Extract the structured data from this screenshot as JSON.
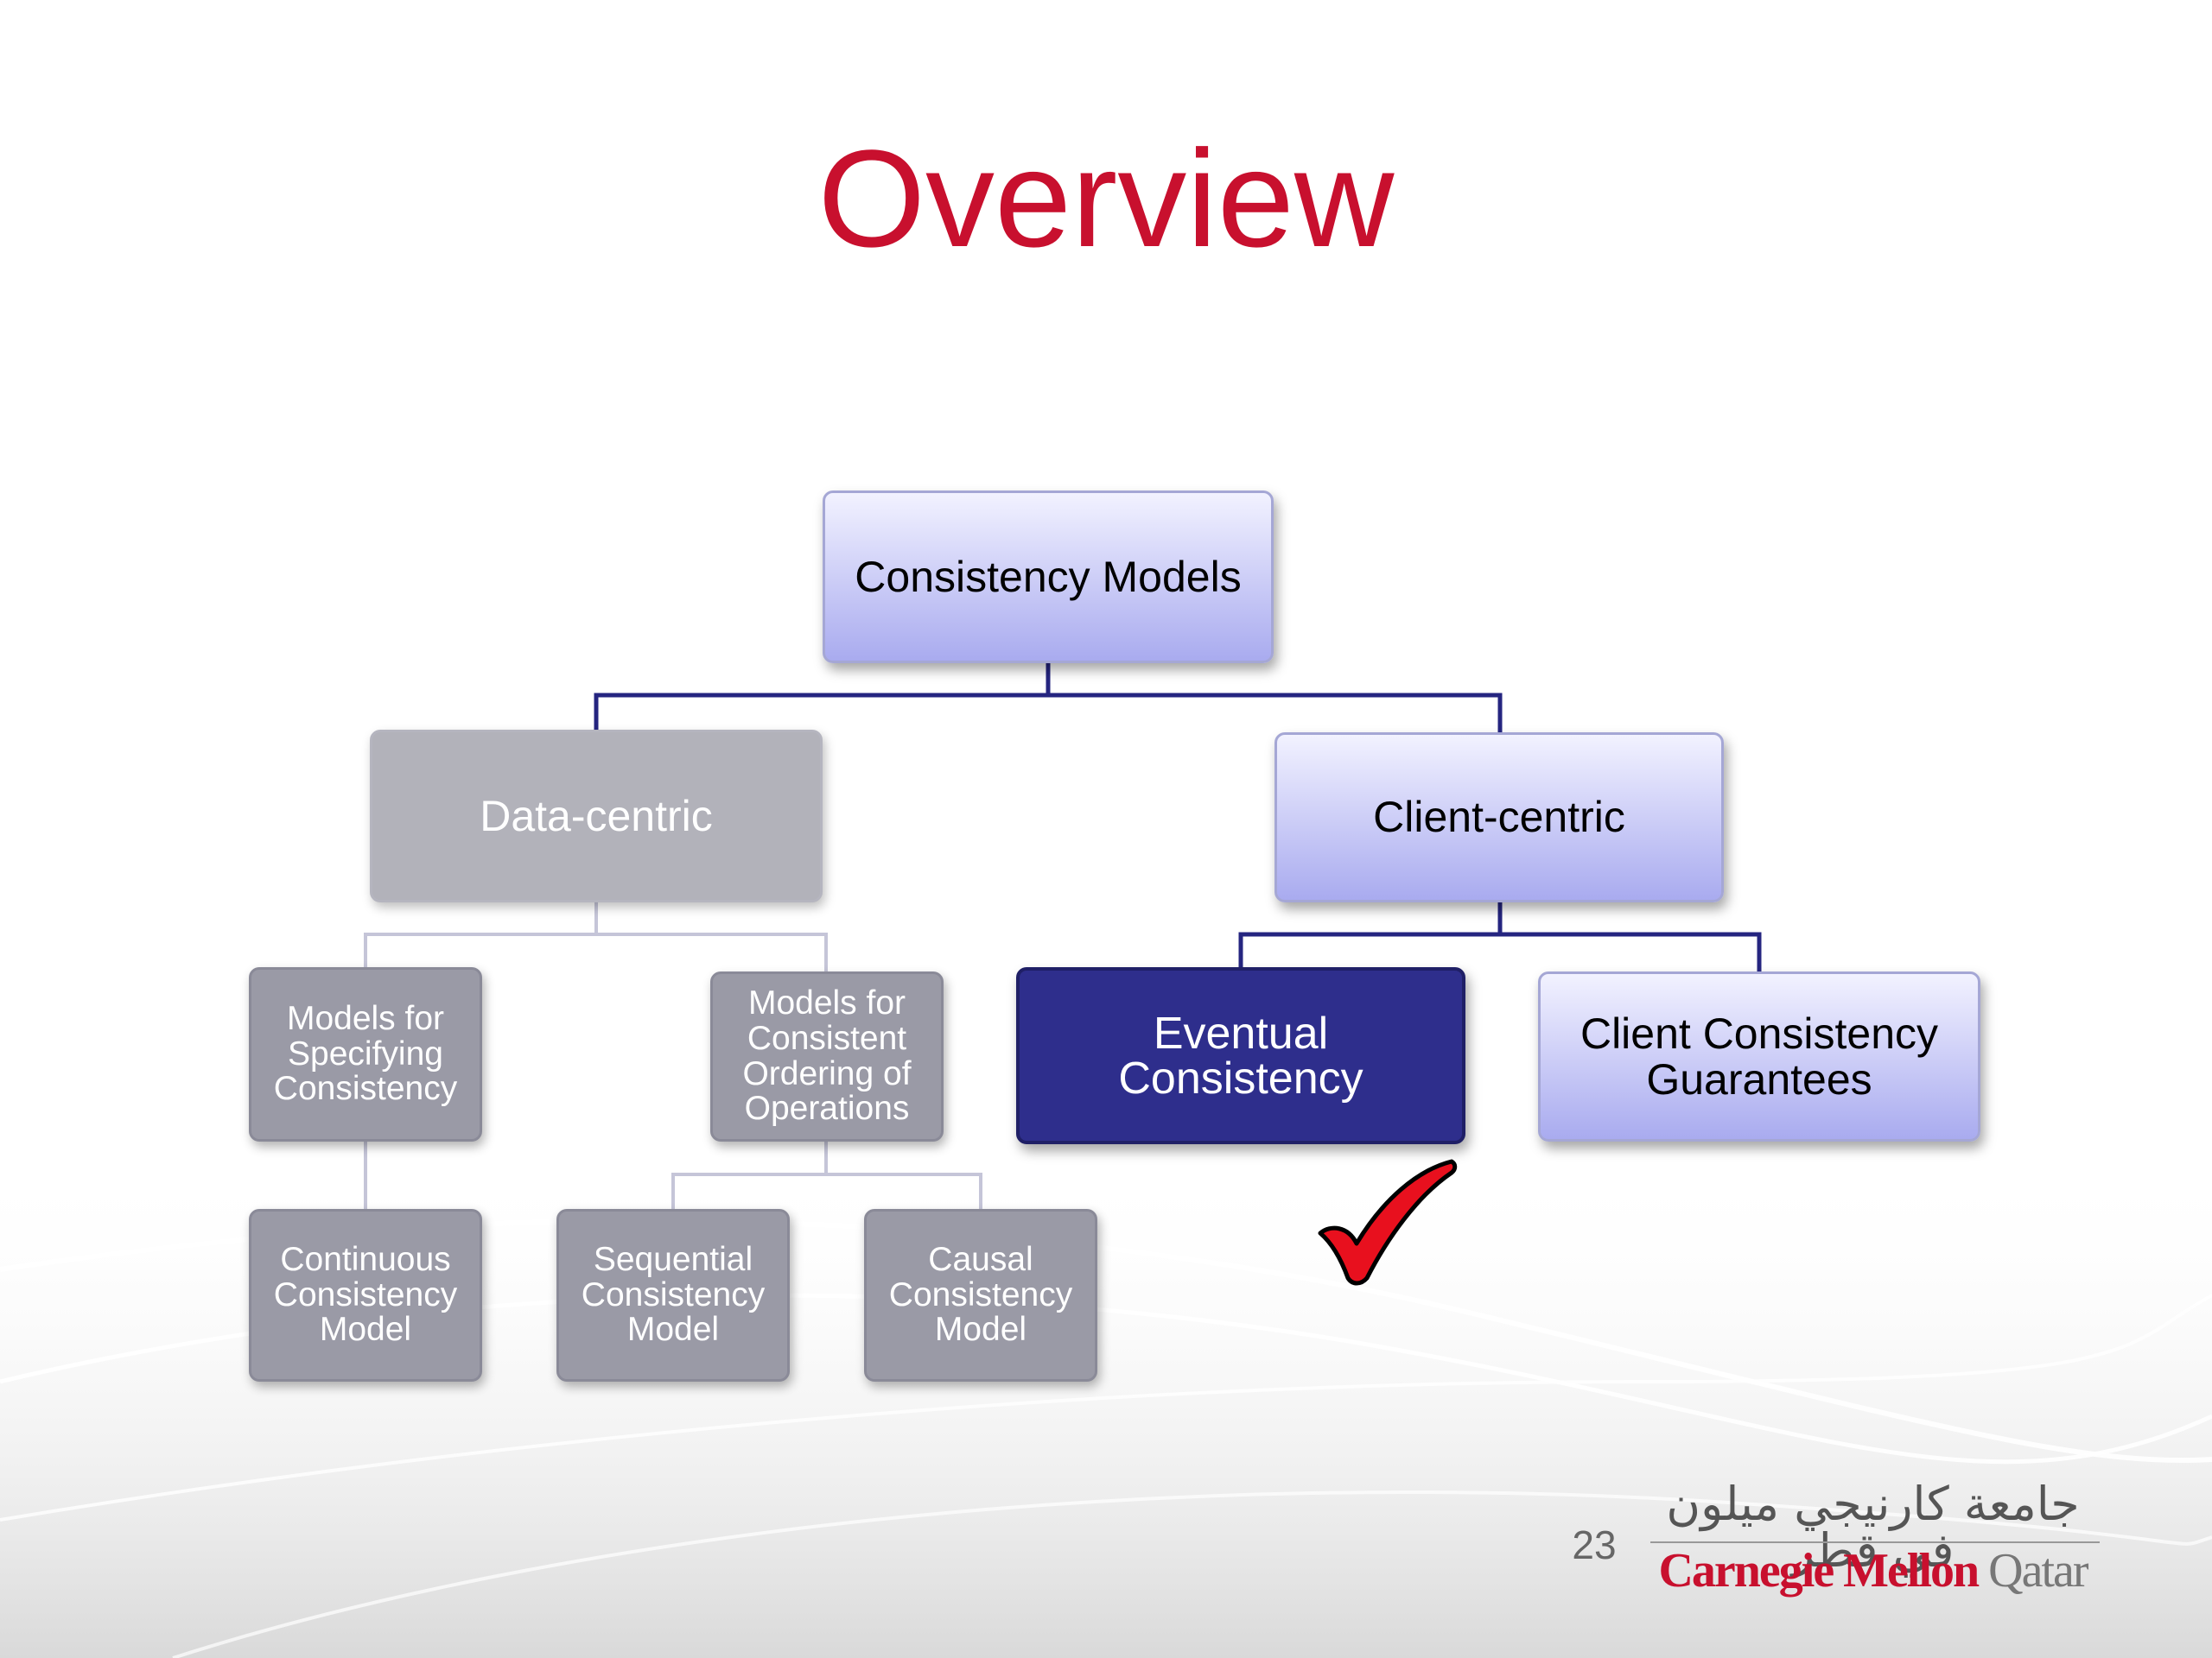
{
  "slide": {
    "title": "Overview",
    "page_number": "23"
  },
  "tree": {
    "root": "Consistency Models",
    "data_centric": {
      "label": "Data-centric",
      "specifying": {
        "label": "Models for Specifying Consistency",
        "children": [
          "Continuous Consistency Model"
        ]
      },
      "ordering": {
        "label": "Models for Consistent Ordering of Operations",
        "children": [
          "Sequential Consistency Model",
          "Causal Consistency Model"
        ]
      }
    },
    "client_centric": {
      "label": "Client-centric",
      "children": [
        "Eventual Consistency",
        "Client Consistency Guarantees"
      ]
    }
  },
  "logo": {
    "arabic": "جامعة كارنيجي ميلون في قطر",
    "name_red": "Carnegie Mellon",
    "name_gray": "Qatar"
  },
  "colors": {
    "title": "#c8102e",
    "highlight_node": "#2e2e8c",
    "connector": "#252580",
    "dimmed_node": "#b2b2ba",
    "check": "#e8101e"
  }
}
